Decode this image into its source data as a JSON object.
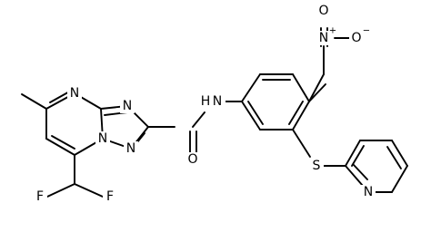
{
  "molecule": {
    "atoms": {
      "n_pyrimidine": "N",
      "n_triazole_top": "N",
      "n_bridge": "N",
      "n_triazole_bottom": "N",
      "amide_nh": "N",
      "amide_h": "H",
      "amide_o": "O",
      "nitro_n": "N",
      "nitro_n_charge": "+",
      "nitro_o_top": "O",
      "nitro_o_right": "O",
      "nitro_o_charge": "−",
      "thioether_s": "S",
      "pyridine_n": "N",
      "f_left": "F",
      "f_right": "F"
    }
  }
}
